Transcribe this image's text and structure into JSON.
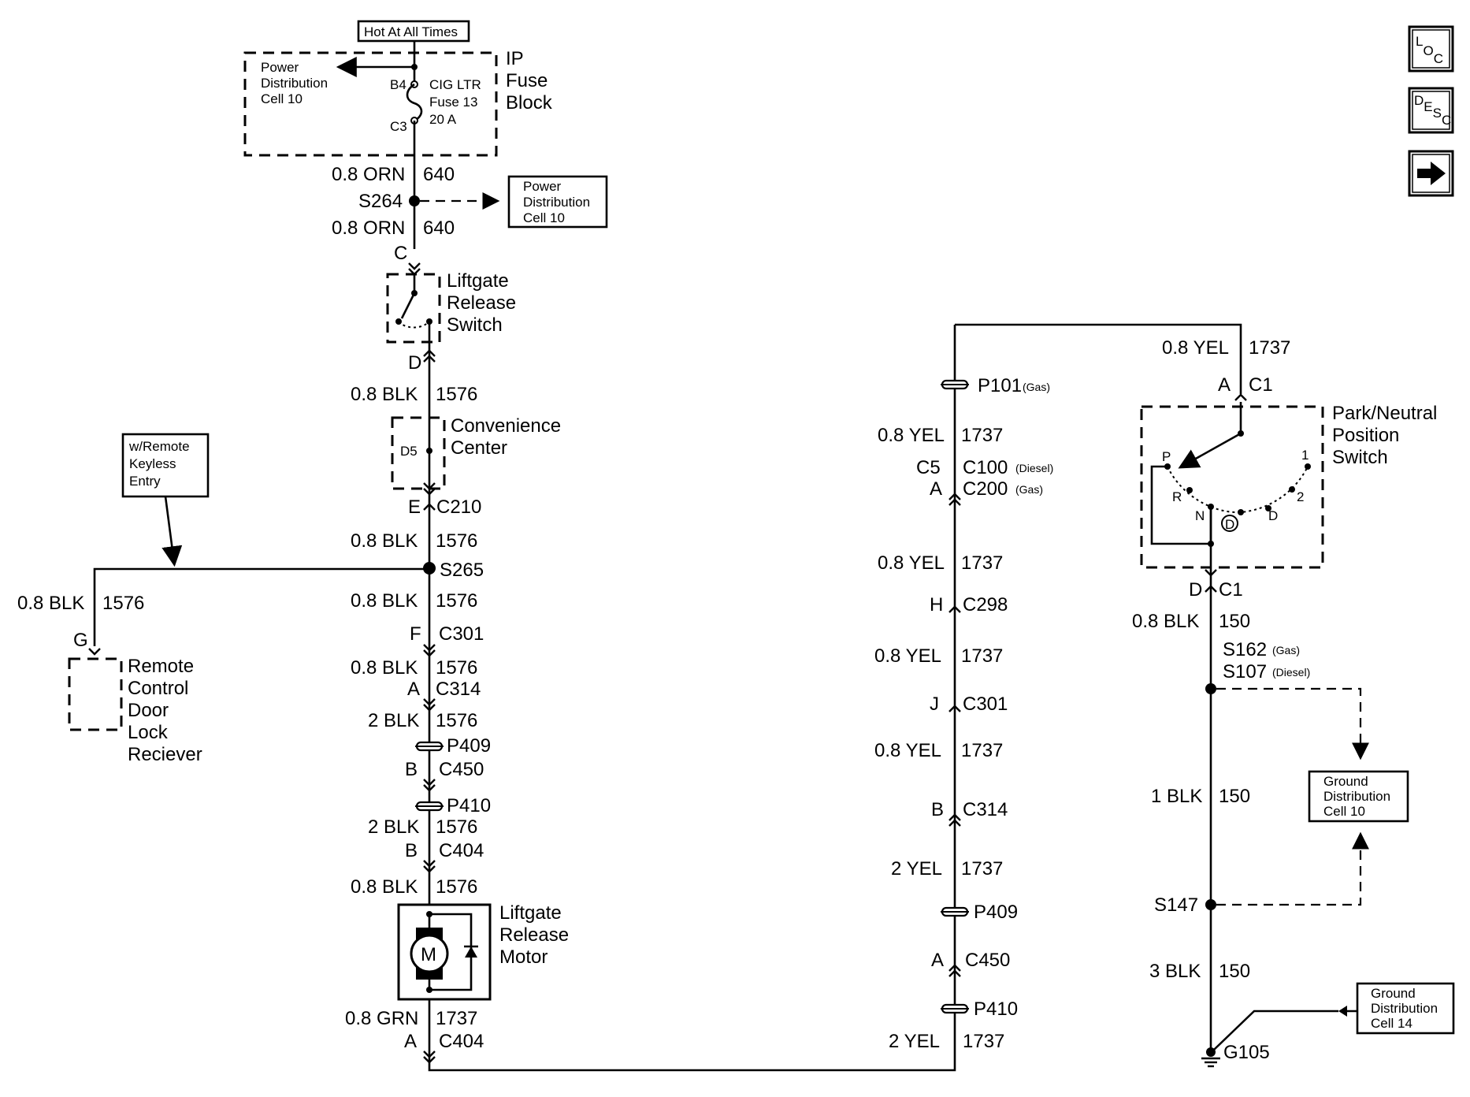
{
  "nav": {
    "loc": "LOC",
    "desc": "DESC",
    "next_icon": "right-arrow-icon"
  },
  "top": {
    "hot_label": "Hot At All Times",
    "ip_fuse_block": [
      "IP",
      "Fuse",
      "Block"
    ],
    "pd_cell10_a": [
      "Power",
      "Distribution",
      "Cell 10"
    ],
    "fuse_lines": [
      "CIG LTR",
      "Fuse 13",
      "20 A"
    ],
    "pin_b4": "B4",
    "pin_c3": "C3",
    "pd_cell10_b": [
      "Power",
      "Distribution",
      "Cell 10"
    ]
  },
  "left_column": {
    "w1_gauge": "0.8 ORN",
    "w1_circuit": "640",
    "splice_s264": "S264",
    "w2_gauge": "0.8 ORN",
    "w2_circuit": "640",
    "conn_c": "C",
    "switch_name": [
      "Liftgate",
      "Release",
      "Switch"
    ],
    "conn_d": "D",
    "w3_gauge": "0.8 BLK",
    "w3_circuit": "1576",
    "conv_center": [
      "Convenience",
      "Center"
    ],
    "conv_pin": "D5",
    "conn_e": "E",
    "conn_c210": "C210",
    "w4_gauge": "0.8 BLK",
    "w4_circuit": "1576",
    "splice_s265": "S265",
    "w5_gauge": "0.8 BLK",
    "w5_circuit": "1576",
    "conn_f": "F",
    "conn_c301": "C301",
    "w6_gauge": "0.8 BLK",
    "w6_circuit": "1576",
    "conn_a1": "A",
    "conn_c314": "C314",
    "w7_gauge": "2 BLK",
    "w7_circuit": "1576",
    "p409": "P409",
    "conn_b1": "B",
    "conn_c450": "C450",
    "p410": "P410",
    "w8_gauge": "2 BLK",
    "w8_circuit": "1576",
    "conn_b2": "B",
    "conn_c404a": "C404",
    "w9_gauge": "0.8 BLK",
    "w9_circuit": "1576",
    "motor_name": [
      "Liftgate",
      "Release",
      "Motor"
    ],
    "motor_symbol": "M",
    "w10_gauge": "0.8 GRN",
    "w10_circuit": "1737",
    "conn_a2": "A",
    "conn_c404b": "C404"
  },
  "keyless": {
    "note": [
      "w/Remote",
      "Keyless",
      "Entry"
    ],
    "w_gauge": "0.8 BLK",
    "w_circuit": "1576",
    "conn_g": "G",
    "receiver": [
      "Remote",
      "Control",
      "Door",
      "Lock",
      "Reciever"
    ]
  },
  "middle_column": {
    "p101": "P101",
    "p101_note": "(Gas)",
    "w1_gauge": "0.8 YEL",
    "w1_circuit": "1737",
    "conn_c5": "C5",
    "conn_c100": "C100",
    "c100_note": "(Diesel)",
    "conn_a": "A",
    "conn_c200": "C200",
    "c200_note": "(Gas)",
    "w2_gauge": "0.8 YEL",
    "w2_circuit": "1737",
    "conn_h": "H",
    "conn_c298": "C298",
    "w3_gauge": "0.8 YEL",
    "w3_circuit": "1737",
    "conn_j": "J",
    "conn_c301": "C301",
    "w4_gauge": "0.8 YEL",
    "w4_circuit": "1737",
    "conn_b": "B",
    "conn_c314": "C314",
    "w5_gauge": "2 YEL",
    "w5_circuit": "1737",
    "p409": "P409",
    "conn_a2": "A",
    "conn_c450": "C450",
    "p410": "P410",
    "w6_gauge": "2 YEL",
    "w6_circuit": "1737"
  },
  "right_column": {
    "w1_gauge": "0.8 YEL",
    "w1_circuit": "1737",
    "conn_a": "A",
    "conn_c1a": "C1",
    "pn_switch": [
      "Park/Neutral",
      "Position",
      "Switch"
    ],
    "pos_p": "P",
    "pos_r": "R",
    "pos_n": "N",
    "pos_od": "D",
    "pos_d": "D",
    "pos_2": "2",
    "pos_1": "1",
    "conn_d": "D",
    "conn_c1b": "C1",
    "w2_gauge": "0.8 BLK",
    "w2_circuit": "150",
    "s162": "S162",
    "s162_note": "(Gas)",
    "s107": "S107",
    "s107_note": "(Diesel)",
    "w3_gauge": "1 BLK",
    "w3_circuit": "150",
    "gd_cell10": [
      "Ground",
      "Distribution",
      "Cell 10"
    ],
    "s147": "S147",
    "w4_gauge": "3 BLK",
    "w4_circuit": "150",
    "gd_cell14": [
      "Ground",
      "Distribution",
      "Cell 14"
    ],
    "g105": "G105"
  }
}
